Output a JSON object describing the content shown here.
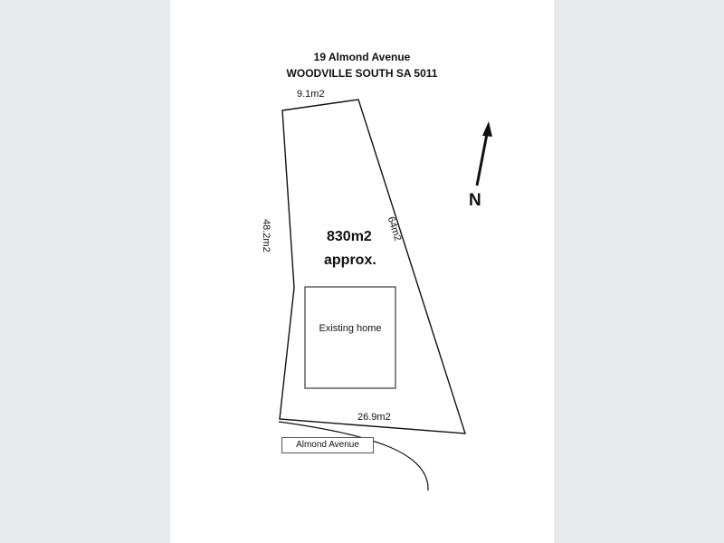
{
  "address": {
    "line1": "19 Almond Avenue",
    "line2": "WOODVILLE SOUTH SA 5011"
  },
  "boundaries": {
    "north": "9.1m2",
    "east": "64m2",
    "west": "48.2m2",
    "south": "26.9m2"
  },
  "area": {
    "value": "830m2",
    "note": "approx."
  },
  "building": {
    "label": "Existing home"
  },
  "street": {
    "label": "Almond Avenue"
  },
  "compass": {
    "label": "N"
  }
}
